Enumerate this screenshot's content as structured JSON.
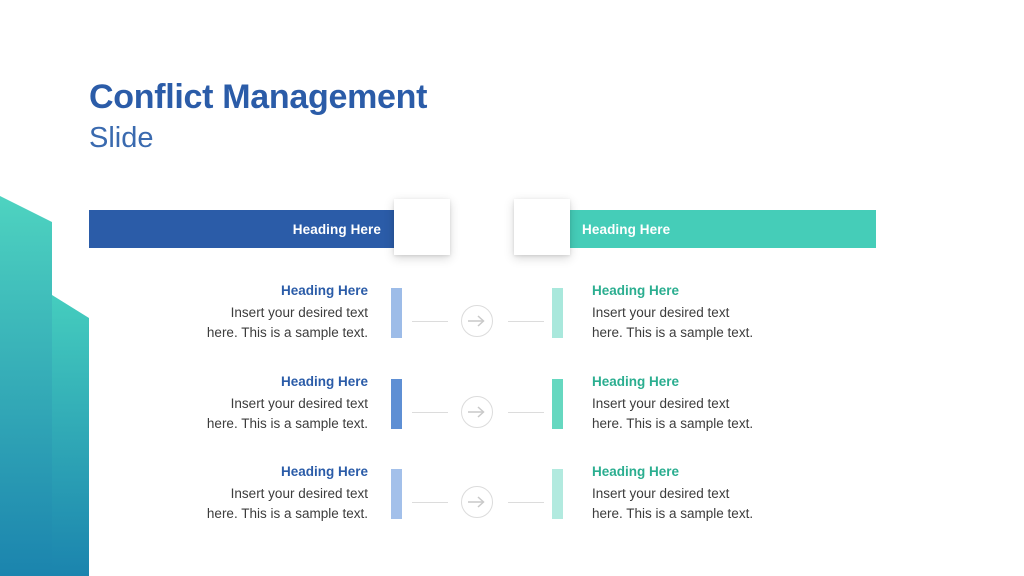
{
  "slide": {
    "title_main": "Conflict Management",
    "title_sub": "Slide",
    "background_color": "#ffffff"
  },
  "decoration": {
    "name": "left-edge-gradient-shapes",
    "gradient_top_color": "#48CDBC",
    "gradient_bottom_color": "#1B84AE"
  },
  "header": {
    "left_bar": {
      "label": "Heading Here",
      "color": "#2B5CA8",
      "text_color": "#ffffff"
    },
    "right_bar": {
      "label": "Heading Here",
      "color": "#45CDB8",
      "text_color": "#ffffff"
    },
    "squares": [
      {
        "name": "placeholder-square-left"
      },
      {
        "name": "placeholder-square-right"
      }
    ]
  },
  "connector": {
    "icon": "circled-arrow-right-icon",
    "line_color": "#DCDCDC",
    "circle_color": "#DCDCDC",
    "arrow_color": "#C9C9C9"
  },
  "rows": [
    {
      "left": {
        "heading": "Heading Here",
        "body": "Insert your desired text\nhere. This is a sample text.",
        "heading_color": "#2B5CA8",
        "accent_bar_color": "#9DBCE8"
      },
      "right": {
        "heading": "Heading Here",
        "body": "Insert your desired text\nhere. This is a sample text.",
        "heading_color": "#2BAE90",
        "accent_bar_color": "#A9E8DC"
      }
    },
    {
      "left": {
        "heading": "Heading Here",
        "body": "Insert your desired text\nhere. This is a sample text.",
        "heading_color": "#2B5CA8",
        "accent_bar_color": "#5E8FD4"
      },
      "right": {
        "heading": "Heading Here",
        "body": "Insert your desired text\nhere. This is a sample text.",
        "heading_color": "#2BAE90",
        "accent_bar_color": "#66D8C0"
      }
    },
    {
      "left": {
        "heading": "Heading Here",
        "body": "Insert your desired text\nhere. This is a sample text.",
        "heading_color": "#2B5CA8",
        "accent_bar_color": "#A3C0EA"
      },
      "right": {
        "heading": "Heading Here",
        "body": "Insert your desired text\nhere. This is a sample text.",
        "heading_color": "#2BAE90",
        "accent_bar_color": "#B2EADF"
      }
    }
  ]
}
